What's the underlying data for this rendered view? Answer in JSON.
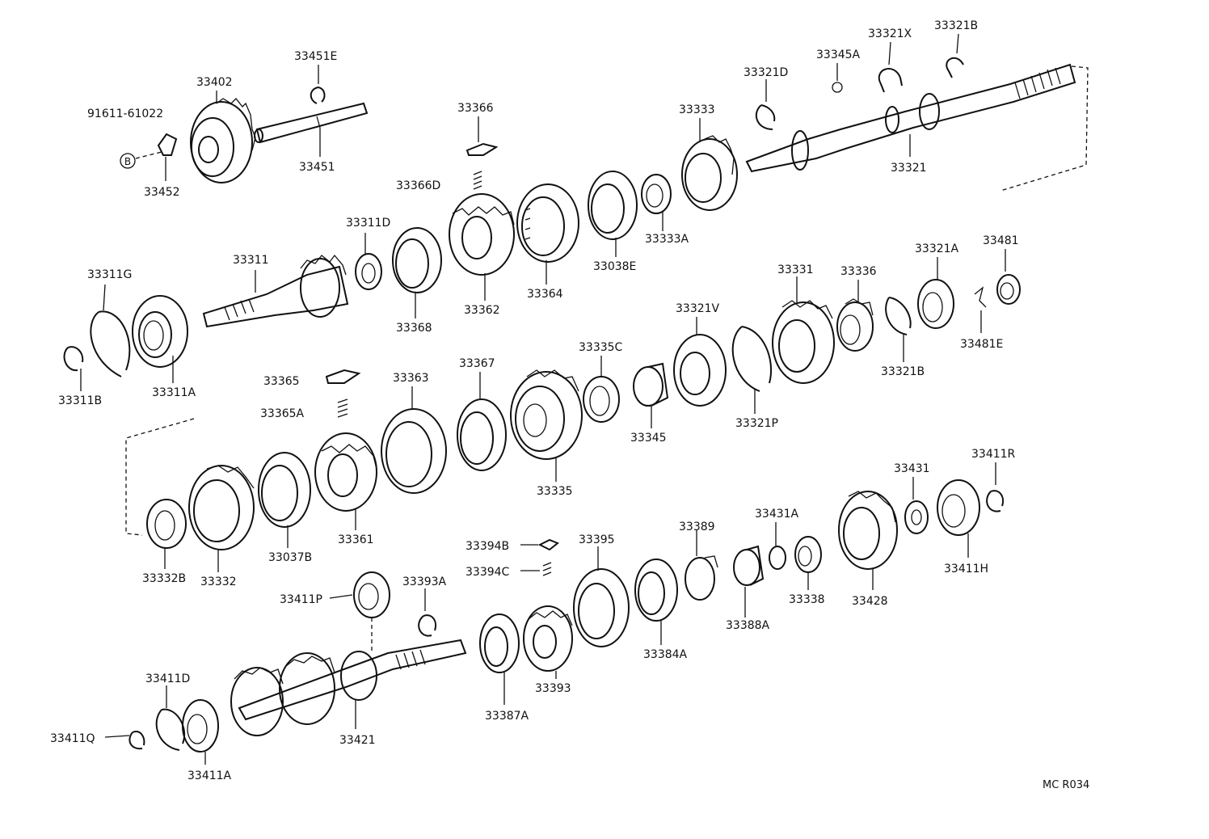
{
  "diagram_code": "MC R034",
  "bolt_symbol": "B",
  "callouts": [
    {
      "id": "p91611_61022",
      "text": "91611-61022"
    },
    {
      "id": "p33402",
      "text": "33402"
    },
    {
      "id": "p33451E",
      "text": "33451E"
    },
    {
      "id": "p33451",
      "text": "33451"
    },
    {
      "id": "p33452",
      "text": "33452"
    },
    {
      "id": "p33366",
      "text": "33366"
    },
    {
      "id": "p33366D",
      "text": "33366D"
    },
    {
      "id": "p33333",
      "text": "33333"
    },
    {
      "id": "p33321D",
      "text": "33321D"
    },
    {
      "id": "p33345A",
      "text": "33345A"
    },
    {
      "id": "p33321X",
      "text": "33321X"
    },
    {
      "id": "p33321B_top",
      "text": "33321B"
    },
    {
      "id": "p33321",
      "text": "33321"
    },
    {
      "id": "p33333A",
      "text": "33333A"
    },
    {
      "id": "p33038E",
      "text": "33038E"
    },
    {
      "id": "p33364",
      "text": "33364"
    },
    {
      "id": "p33362",
      "text": "33362"
    },
    {
      "id": "p33368",
      "text": "33368"
    },
    {
      "id": "p33311D",
      "text": "33311D"
    },
    {
      "id": "p33311",
      "text": "33311"
    },
    {
      "id": "p33311G",
      "text": "33311G"
    },
    {
      "id": "p33311A",
      "text": "33311A"
    },
    {
      "id": "p33311B",
      "text": "33311B"
    },
    {
      "id": "p33331",
      "text": "33331"
    },
    {
      "id": "p33336",
      "text": "33336"
    },
    {
      "id": "p33321A",
      "text": "33321A"
    },
    {
      "id": "p33481",
      "text": "33481"
    },
    {
      "id": "p33481E",
      "text": "33481E"
    },
    {
      "id": "p33321B_mid",
      "text": "33321B"
    },
    {
      "id": "p33321V",
      "text": "33321V"
    },
    {
      "id": "p33321P",
      "text": "33321P"
    },
    {
      "id": "p33335C",
      "text": "33335C"
    },
    {
      "id": "p33345",
      "text": "33345"
    },
    {
      "id": "p33367",
      "text": "33367"
    },
    {
      "id": "p33335",
      "text": "33335"
    },
    {
      "id": "p33363",
      "text": "33363"
    },
    {
      "id": "p33365",
      "text": "33365"
    },
    {
      "id": "p33365A",
      "text": "33365A"
    },
    {
      "id": "p33361",
      "text": "33361"
    },
    {
      "id": "p33037B",
      "text": "33037B"
    },
    {
      "id": "p33332",
      "text": "33332"
    },
    {
      "id": "p33332B",
      "text": "33332B"
    },
    {
      "id": "p33431",
      "text": "33431"
    },
    {
      "id": "p33411R",
      "text": "33411R"
    },
    {
      "id": "p33411H",
      "text": "33411H"
    },
    {
      "id": "p33428",
      "text": "33428"
    },
    {
      "id": "p33431A",
      "text": "33431A"
    },
    {
      "id": "p33338",
      "text": "33338"
    },
    {
      "id": "p33389",
      "text": "33389"
    },
    {
      "id": "p33388A",
      "text": "33388A"
    },
    {
      "id": "p33384A",
      "text": "33384A"
    },
    {
      "id": "p33395",
      "text": "33395"
    },
    {
      "id": "p33394B",
      "text": "33394B"
    },
    {
      "id": "p33394C",
      "text": "33394C"
    },
    {
      "id": "p33393",
      "text": "33393"
    },
    {
      "id": "p33387A",
      "text": "33387A"
    },
    {
      "id": "p33393A",
      "text": "33393A"
    },
    {
      "id": "p33411P",
      "text": "33411P"
    },
    {
      "id": "p33421",
      "text": "33421"
    },
    {
      "id": "p33411D",
      "text": "33411D"
    },
    {
      "id": "p33411Q",
      "text": "33411Q"
    },
    {
      "id": "p33411A",
      "text": "33411A"
    }
  ]
}
